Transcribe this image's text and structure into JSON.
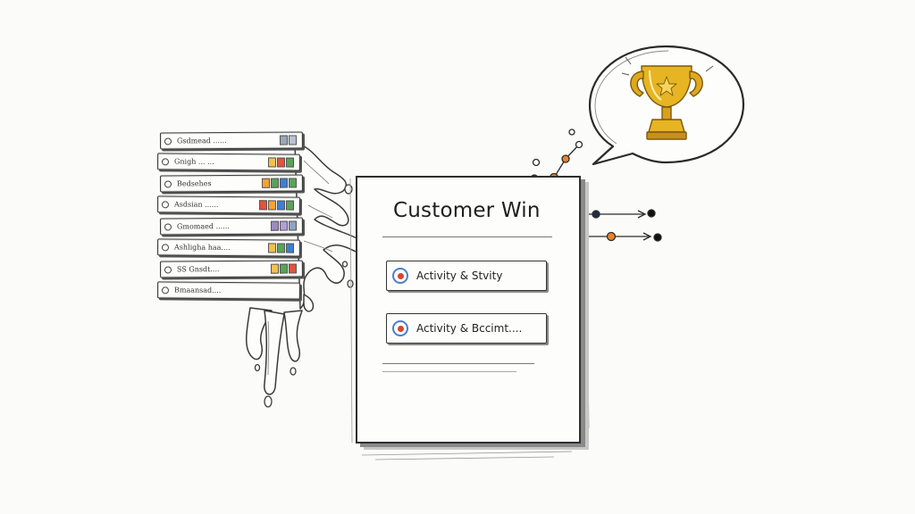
{
  "stack": {
    "items": [
      {
        "label": "Gsdmead ......",
        "badges": [
          "#9aa7b8",
          "#b7c2d3"
        ]
      },
      {
        "label": "Gnigh  ... ...",
        "badges": [
          "#f2c14e",
          "#e2533b",
          "#5aa35a"
        ]
      },
      {
        "label": "Bedsehes",
        "badges": [
          "#f2a23a",
          "#5aa35a",
          "#3f7fd0",
          "#5aa35a"
        ]
      },
      {
        "label": "Asdsian ......",
        "badges": [
          "#e2533b",
          "#f2a23a",
          "#3f7fd0",
          "#5aa35a"
        ]
      },
      {
        "label": "Gmomaed ......",
        "badges": [
          "#9b8ac4",
          "#b39ddb",
          "#8fa3c4"
        ]
      },
      {
        "label": "Ashligha  haa....",
        "badges": [
          "#f2c14e",
          "#5aa35a",
          "#3f7fd0"
        ]
      },
      {
        "label": "SS  Gnsdt....",
        "badges": [
          "#f2c14e",
          "#5aa35a",
          "#e2533b"
        ]
      },
      {
        "label": "Bmaansad....",
        "badges": []
      }
    ]
  },
  "card": {
    "title": "Customer Win",
    "rows": [
      {
        "label": "Activity & Stvity"
      },
      {
        "label": "Activity & Bccimt...."
      }
    ]
  },
  "colors": {
    "accent_orange": "#e8842c",
    "node_navy": "#1f2d4a",
    "trophy_gold": "#e7b423",
    "icon_ring_blue": "#4a7fd0",
    "icon_core_red": "#d9452f"
  },
  "icons": {
    "trophy": "trophy-icon",
    "speech_bubble": "speech-bubble-icon"
  }
}
